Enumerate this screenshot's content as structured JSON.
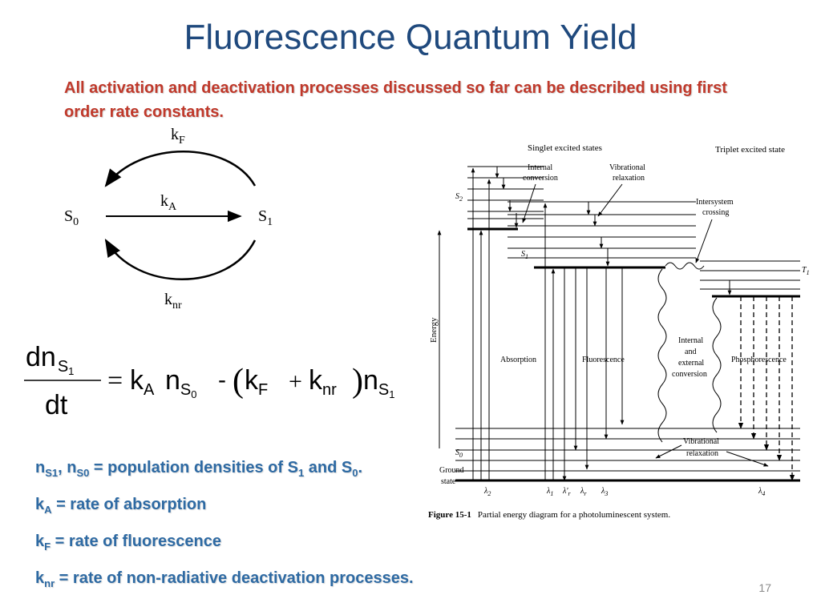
{
  "slide": {
    "title": "Fluorescence Quantum Yield",
    "subtitle": "All activation and deactivation processes discussed so far can be described using first order rate constants.",
    "page_number": "17"
  },
  "scheme": {
    "s0": "S",
    "s0_sub": "0",
    "s1": "S",
    "s1_sub": "1",
    "kF": "k",
    "kF_sub": "F",
    "kA": "k",
    "kA_sub": "A",
    "knr": "k",
    "knr_sub": "nr"
  },
  "equation": {
    "dn": "dn",
    "dn_sub": "S",
    "dn_subsub": "1",
    "dt": "dt",
    "equals": "=",
    "kA": "k",
    "kA_sub": "A",
    "nS0": "n",
    "nS0_sub": "S",
    "nS0_subsub": "0",
    "minus": "-",
    "open_paren": "(",
    "kF": "k",
    "kF_sub": "F",
    "plus": "+",
    "knr": "k",
    "knr_sub": "nr",
    "close_paren": ")",
    "nS1": "n",
    "nS1_sub": "S",
    "nS1_subsub": "1"
  },
  "definitions": [
    {
      "n1": "n",
      "s1": "S1",
      "sep": ", ",
      "n2": "n",
      "s2": "S0",
      "text": " = population densities of S",
      "a": "1",
      "and": " and S",
      "b": "0",
      "end": "."
    },
    {
      "k": "k",
      "sub": "A",
      "text": " = rate of absorption"
    },
    {
      "k": "k",
      "sub": "F",
      "text": " = rate of fluorescence"
    },
    {
      "k": "k",
      "sub": "nr",
      "text": " = rate of non-radiative deactivation processes."
    }
  ],
  "figure": {
    "heading_singlet": "Singlet excited states",
    "heading_triplet": "Triplet excited state",
    "label_internal_conversion": "Internal",
    "label_internal_conversion2": "conversion",
    "label_vib_relax": "Vibrational",
    "label_vib_relax2": "relaxation",
    "label_isc": "Intersystem",
    "label_isc2": "crossing",
    "label_energy": "Energy",
    "label_s2": "S",
    "label_s2_sub": "2",
    "label_s1": "S",
    "label_s1_sub": "1",
    "label_s0": "S",
    "label_s0_sub": "0",
    "label_t1": "T",
    "label_t1_sub": "1",
    "label_ground": "Ground",
    "label_ground2": "state",
    "label_absorption": "Absorption",
    "label_fluorescence": "Fluorescence",
    "label_iec1": "Internal",
    "label_iec2": "and",
    "label_iec3": "external",
    "label_iec4": "conversion",
    "label_phosphorescence": "Phosphorescence",
    "label_vib_relax_b": "Vibrational",
    "label_vib_relax_b2": "relaxation",
    "lambda2": "λ",
    "lambda2_sub": "2",
    "lambda1": "λ",
    "lambda1_sub": "1",
    "lambda_r_prime": "λ′",
    "lambda_r_prime_sub": "r",
    "lambda_r": "λ",
    "lambda_r_sub": "r",
    "lambda3": "λ",
    "lambda3_sub": "3",
    "lambda4": "λ",
    "lambda4_sub": "4",
    "caption_bold": "Figure 15-1",
    "caption_text": "Partial energy diagram for a photoluminescent system."
  }
}
